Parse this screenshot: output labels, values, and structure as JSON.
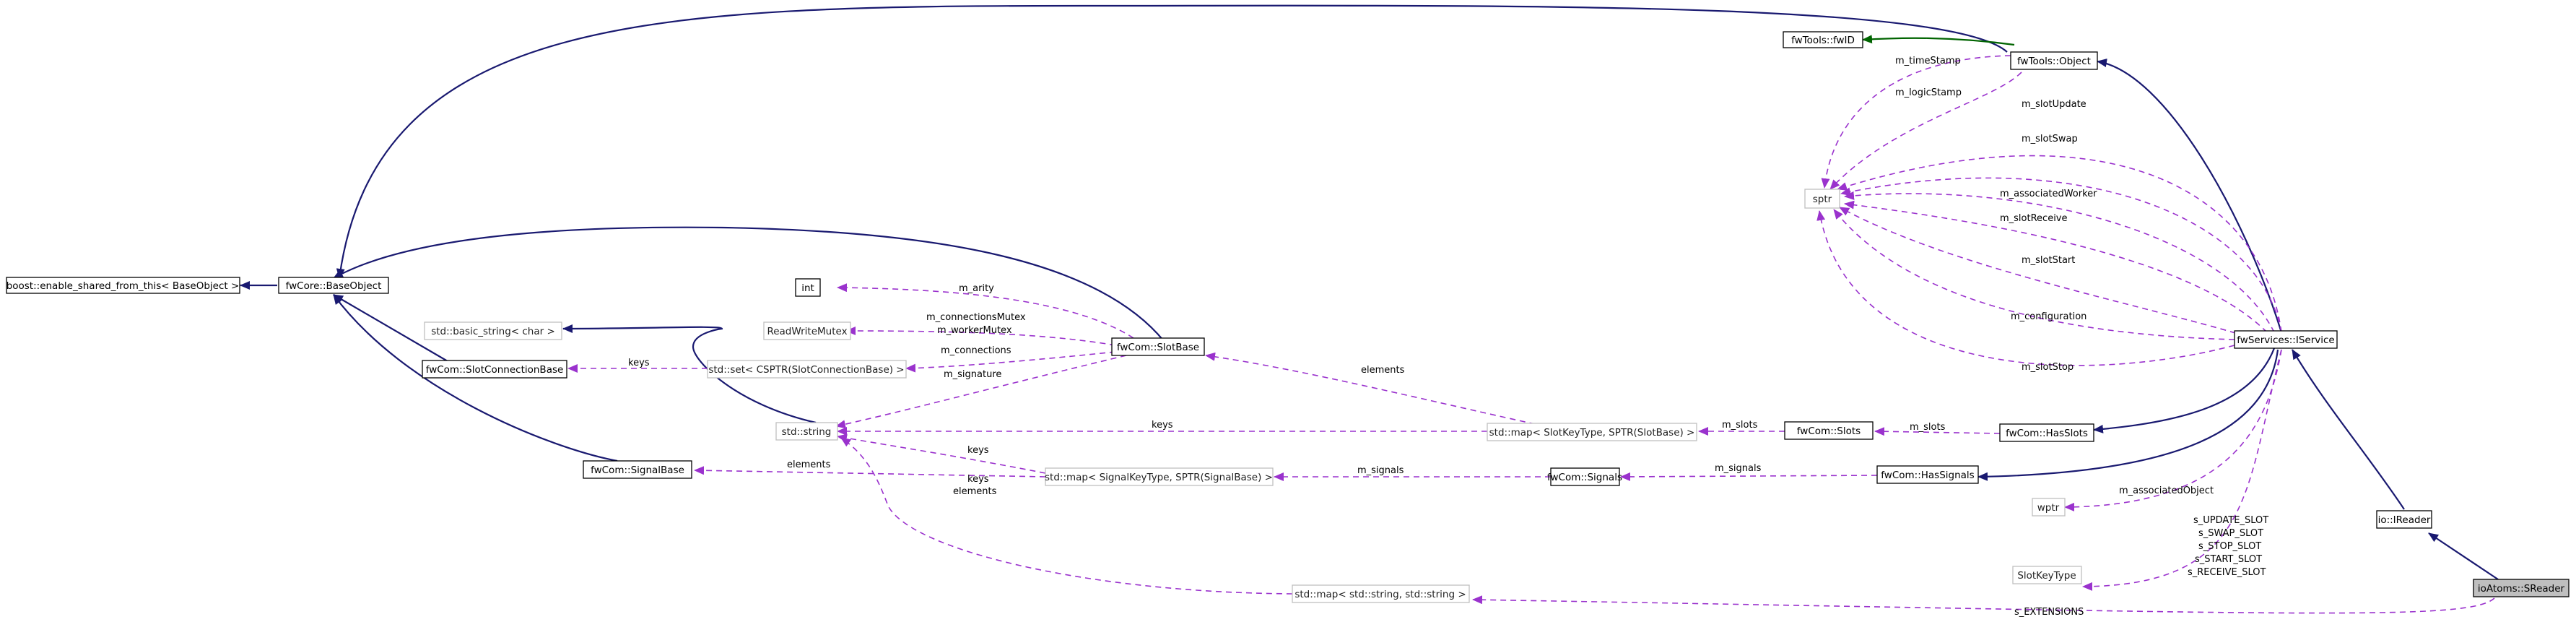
{
  "colors": {
    "inheritance": "#191970",
    "usage": "#9a32cd",
    "template": "#006400",
    "highlight_fill": "#bfbfbf"
  },
  "nodes": {
    "enable_shared": "boost::enable_shared_from_this< BaseObject >",
    "base_object": "fwCore::BaseObject",
    "object": "fwTools::Object",
    "fwid": "fwTools::fwID",
    "sptr": "sptr",
    "int": "int",
    "readwrite_mutex": "ReadWriteMutex",
    "basic_string": "std::basic_string< char >",
    "slot_connection_base": "fwCom::SlotConnectionBase",
    "set_cspt": "std::set< CSPTR(SlotConnectionBase) >",
    "slot_base": "fwCom::SlotBase",
    "std_string": "std::string",
    "signal_base": "fwCom::SignalBase",
    "map_slots": "std::map< SlotKeyType, SPTR(SlotBase) >",
    "map_signals": "std::map< SignalKeyType, SPTR(SignalBase) >",
    "slots": "fwCom::Slots",
    "signals": "fwCom::Signals",
    "has_slots": "fwCom::HasSlots",
    "has_signals": "fwCom::HasSignals",
    "iservice": "fwServices::IService",
    "wptr": "wptr",
    "slot_key_type": "SlotKeyType",
    "ireader": "io::IReader",
    "map_string": "std::map< std::string, std::string >",
    "sreader": "ioAtoms::SReader"
  },
  "edge_labels": {
    "m_timestamp": "m_timeStamp",
    "m_logicstamp": "m_logicStamp",
    "m_slotupdate": "m_slotUpdate",
    "m_slotswap": "m_slotSwap",
    "m_associatedworker": "m_associatedWorker",
    "m_slotreceive": "m_slotReceive",
    "m_slotstart": "m_slotStart",
    "m_configuration": "m_configuration",
    "m_slotstop": "m_slotStop",
    "m_arity": "m_arity",
    "m_connectionsmutex": "m_connectionsMutex",
    "m_workermutex": "m_workerMutex",
    "m_connections": "m_connections",
    "m_signature": "m_signature",
    "keys_set": "keys",
    "elements_slots": "elements",
    "keys_slots": "keys",
    "m_slots_1": "m_slots",
    "m_slots_2": "m_slots",
    "keys_signals": "keys",
    "elements_signals": "elements",
    "m_signals_1": "m_signals",
    "m_signals_2": "m_signals",
    "keys_ext": "keys",
    "elements_ext": "elements",
    "m_associatedobject": "m_associatedObject",
    "slot_consts": [
      "s_UPDATE_SLOT",
      "s_SWAP_SLOT",
      "s_STOP_SLOT",
      "s_START_SLOT",
      "s_RECEIVE_SLOT"
    ],
    "s_extensions": "s_EXTENSIONS"
  }
}
